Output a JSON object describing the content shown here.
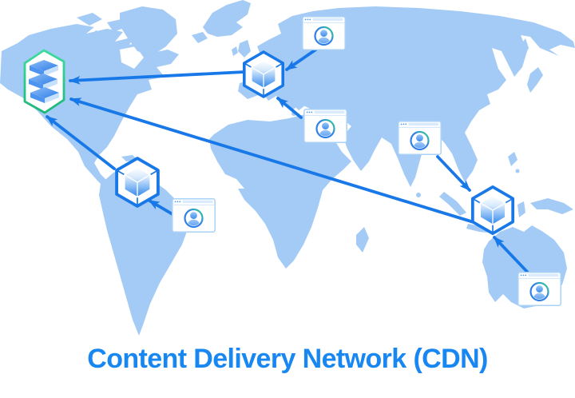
{
  "title": {
    "text": "Content Delivery Network (CDN)"
  },
  "colors": {
    "background": "#FFFFFF",
    "land": "#A3CBF5",
    "arrow_blue": "#1878E8",
    "icon_outline_blue": "#1878E8",
    "accent_green": "#36CE93",
    "title_blue": "#1887F2",
    "window_border": "#A9D2F6",
    "window_header_bar": "#D9EBFD"
  },
  "diagram": {
    "origin_server": {
      "id": "origin-server",
      "icon": "server-stack-hexagon",
      "region": "north-america-west"
    },
    "edge_servers": [
      {
        "id": "edge-europe",
        "icon": "cube",
        "region": "western-europe"
      },
      {
        "id": "edge-south-america",
        "icon": "cube",
        "region": "south-america-north"
      },
      {
        "id": "edge-asia-pacific",
        "icon": "cube",
        "region": "southeast-asia"
      }
    ],
    "users": [
      {
        "id": "user-north-europe",
        "icon": "browser-user",
        "connects_to": "edge-europe"
      },
      {
        "id": "user-mediterranean",
        "icon": "browser-user",
        "connects_to": "edge-europe"
      },
      {
        "id": "user-south-america",
        "icon": "browser-user",
        "connects_to": "edge-south-america"
      },
      {
        "id": "user-india",
        "icon": "browser-user",
        "connects_to": "edge-asia-pacific"
      },
      {
        "id": "user-australia",
        "icon": "browser-user",
        "connects_to": "edge-asia-pacific"
      }
    ],
    "origin_connections": [
      "edge-europe",
      "edge-south-america",
      "edge-asia-pacific"
    ]
  }
}
